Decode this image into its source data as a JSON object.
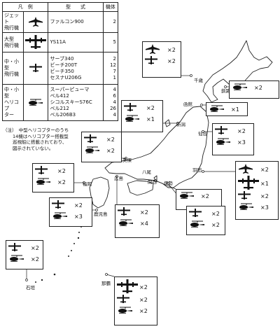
{
  "legend": {
    "headers": {
      "category": "凡　例",
      "type": "型　　式",
      "count": "機体"
    },
    "rows": [
      {
        "category": "ジェット\n飛行機",
        "icon": "jet-plane-icon",
        "types": [
          "ファルコン900"
        ],
        "counts": [
          "2"
        ]
      },
      {
        "category": "大型\n飛行機",
        "icon": "large-plane-icon",
        "types": [
          "YS11A"
        ],
        "counts": [
          "5"
        ]
      },
      {
        "category": "中・小型\n飛行機",
        "icon": "small-plane-icon",
        "types": [
          "サーブ340",
          "ビーチ200T",
          "ビーチ350",
          "セスナU206G"
        ],
        "counts": [
          "2",
          "12",
          "7",
          "1"
        ]
      },
      {
        "category": "中・小型\nヘリコプ\nター",
        "icon": "helicopter-icon",
        "types": [
          "スーパーピューマ",
          "ベル412",
          "シコルスキーS76C",
          "ベル212",
          "ベル206B3"
        ],
        "counts": [
          "4",
          "6",
          "4",
          "26",
          "4"
        ]
      }
    ]
  },
  "note": {
    "lines": [
      "（注）　中型ヘリコプターのうち",
      "14機はヘリコプター搭載型",
      "巡視船に搭載されており、",
      "図示されていない。"
    ]
  },
  "cities": [
    "千歳",
    "釧路",
    "函館",
    "新潟",
    "仙台",
    "美保",
    "八尾",
    "福岡",
    "広島",
    "関西",
    "羽田",
    "伊勢",
    "鹿児島",
    "那覇",
    "石垣"
  ],
  "bases": [
    {
      "name": "千歳",
      "rows": [
        {
          "icon": "jet-plane-icon",
          "count": "×2"
        },
        {
          "icon": "small-plane-icon",
          "count": "×2"
        }
      ]
    },
    {
      "name": "釧路",
      "rows": [
        {
          "icon": "helicopter-icon",
          "count": "×2"
        }
      ]
    },
    {
      "name": "函館",
      "rows": [
        {
          "icon": "helicopter-icon",
          "count": "×1"
        }
      ]
    },
    {
      "name": "新潟",
      "rows": [
        {
          "icon": "small-plane-icon",
          "count": "×2"
        },
        {
          "icon": "helicopter-icon",
          "count": "×1"
        }
      ]
    },
    {
      "name": "仙台",
      "rows": [
        {
          "icon": "small-plane-icon",
          "count": "×2"
        },
        {
          "icon": "helicopter-icon",
          "count": "×3"
        }
      ]
    },
    {
      "name": "美保",
      "rows": [
        {
          "icon": "small-plane-icon",
          "count": "×2"
        },
        {
          "icon": "helicopter-icon",
          "count": "×2"
        }
      ]
    },
    {
      "name": "羽田",
      "rows": [
        {
          "icon": "jet-plane-icon",
          "count": "×2"
        },
        {
          "icon": "large-plane-icon",
          "count": "×1"
        },
        {
          "icon": "small-plane-icon",
          "count": "×2"
        },
        {
          "icon": "helicopter-icon",
          "count": "×3"
        }
      ]
    },
    {
      "name": "福岡",
      "rows": [
        {
          "icon": "small-plane-icon",
          "count": "×2"
        },
        {
          "icon": "helicopter-icon",
          "count": "×2"
        }
      ]
    },
    {
      "name": "関西",
      "rows": [
        {
          "icon": "helicopter-icon",
          "count": "×2"
        }
      ]
    },
    {
      "name": "鹿児島",
      "rows": [
        {
          "icon": "small-plane-icon",
          "count": "×2"
        },
        {
          "icon": "helicopter-icon",
          "count": "×3"
        }
      ]
    },
    {
      "name": "広島",
      "rows": [
        {
          "icon": "small-plane-icon",
          "count": "×2"
        },
        {
          "icon": "helicopter-icon",
          "count": "×4"
        }
      ]
    },
    {
      "name": "伊勢",
      "rows": [
        {
          "icon": "small-plane-icon",
          "count": "×2"
        },
        {
          "icon": "helicopter-icon",
          "count": "×2"
        }
      ]
    },
    {
      "name": "石垣",
      "rows": [
        {
          "icon": "small-plane-icon",
          "count": "×2"
        },
        {
          "icon": "helicopter-icon",
          "count": "×2"
        }
      ]
    },
    {
      "name": "那覇",
      "rows": [
        {
          "icon": "large-plane-icon",
          "count": "×2"
        },
        {
          "icon": "small-plane-icon",
          "count": "×2"
        },
        {
          "icon": "helicopter-icon",
          "count": "×2"
        }
      ]
    }
  ]
}
